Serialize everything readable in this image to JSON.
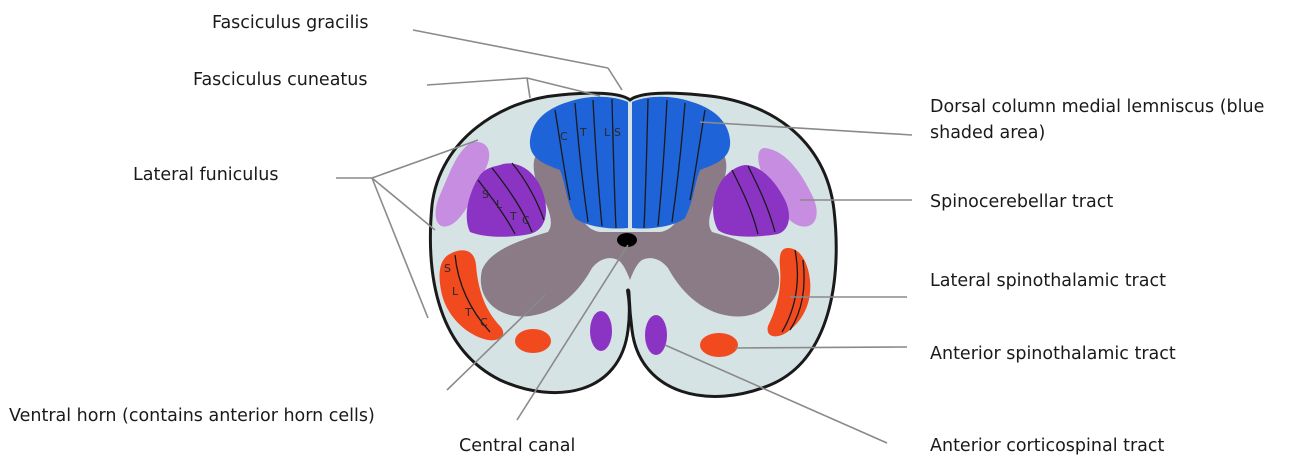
{
  "labels": {
    "fasciculus_gracilis": "Fasciculus gracilis",
    "fasciculus_cuneatus": "Fasciculus cuneatus",
    "lateral_funiculus": "Lateral funiculus",
    "ventral_horn": "Ventral horn (contains anterior horn cells)",
    "central_canal": "Central canal",
    "dorsal_column": "Dorsal column medial lemniscus (blue shaded area)",
    "spinocerebellar": "Spinocerebellar tract",
    "lateral_spinothalamic": "Lateral spinothalamic tract",
    "anterior_spinothalamic": "Anterior spinothalamic tract",
    "anterior_corticospinal": "Anterior corticospinal tract"
  },
  "segment_letters": {
    "dorsal": [
      "C",
      "T",
      "L",
      "S"
    ],
    "tract_left": [
      "S",
      "L",
      "T",
      "C"
    ],
    "spinothalamic_left": [
      "S",
      "L",
      "T",
      "C"
    ]
  },
  "colors": {
    "white_matter": "#d6e3e4",
    "grey_matter": "#8a7b86",
    "dorsal_column": "#1f63d8",
    "tract_purple": "#8b34c4",
    "tract_light_purple": "#c78de0",
    "tract_red": "#f04a1e",
    "outline": "#1a1a1a",
    "leader_line": "#8a8a8a"
  }
}
